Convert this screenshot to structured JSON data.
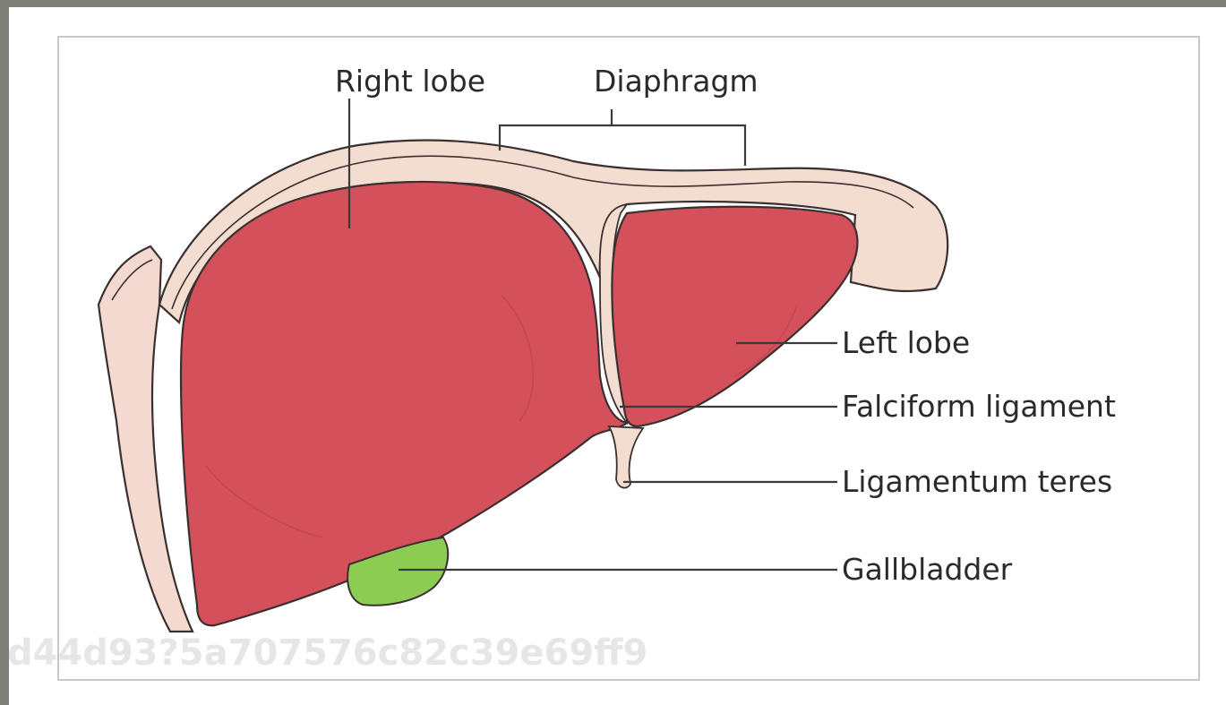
{
  "labels": {
    "right_lobe": "Right lobe",
    "diaphragm": "Diaphragm",
    "left_lobe": "Left lobe",
    "falciform_ligament": "Falciform ligament",
    "ligamentum_teres": "Ligamentum teres",
    "gallbladder": "Gallbladder"
  },
  "watermark": "d44d93?5a707576c82c39e69ff9",
  "colors": {
    "liver": "#d4505a",
    "diaphragm": "#f3ddd0",
    "gallbladder": "#8dcc52",
    "outline": "#3a3030",
    "frame": "#c8c9c6",
    "background": "#7f8078"
  }
}
